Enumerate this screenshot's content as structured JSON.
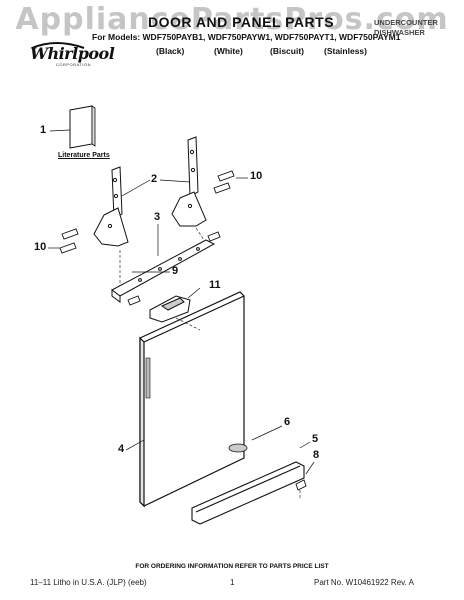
{
  "watermark": "AppliancePartsPros.com",
  "title": "DOOR AND PANEL PARTS",
  "models_line": "For Models: WDF750PAYB1, WDF750PAYW1, WDF750PAYT1, WDF750PAYM1",
  "variants": [
    "(Black)",
    "(White)",
    "(Biscuit)",
    "(Stainless)"
  ],
  "product_type": [
    "UNDERCOUNTER",
    "DISHWASHER"
  ],
  "brand": {
    "name": "Whirlpool",
    "sub": "CORPORATION"
  },
  "literature_label": "Literature Parts",
  "callouts": {
    "c1": "1",
    "c2": "2",
    "c3": "3",
    "c4": "4",
    "c5": "5",
    "c6": "6",
    "c8": "8",
    "c9": "9",
    "c10a": "10",
    "c10b": "10",
    "c11": "11"
  },
  "order_note": "FOR ORDERING INFORMATION REFER TO PARTS PRICE LIST",
  "footer": {
    "litho": "11–11 Litho in U.S.A. (JLP) (eeb)",
    "page": "1",
    "part_no": "Part No. W10461922 Rev. A"
  }
}
